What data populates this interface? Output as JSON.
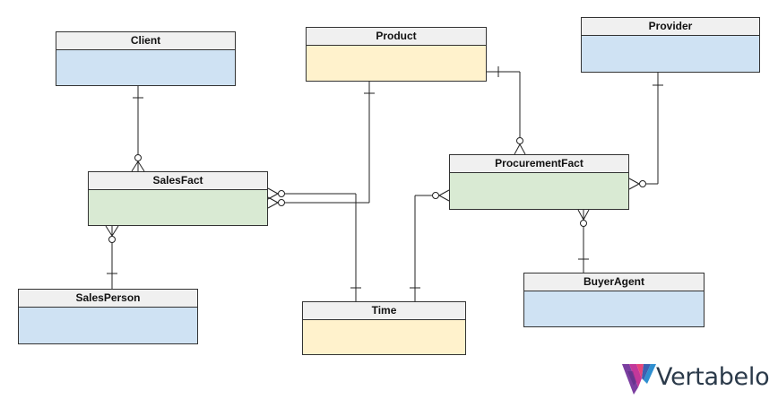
{
  "tables": {
    "client": "Client",
    "product": "Product",
    "provider": "Provider",
    "sales_fact": "SalesFact",
    "procurement_fact": "ProcurementFact",
    "sales_person": "SalesPerson",
    "time": "Time",
    "buyer_agent": "BuyerAgent"
  },
  "table_colors": {
    "dimension_blue": "#cfe2f3",
    "dimension_yellow": "#fff2cc",
    "fact_green": "#d9ead3",
    "header_gray": "#f0f0f0"
  },
  "relationships": [
    {
      "from": "Client",
      "to": "SalesFact",
      "from_end": "one",
      "to_end": "zero-or-many"
    },
    {
      "from": "SalesPerson",
      "to": "SalesFact",
      "from_end": "one",
      "to_end": "zero-or-many"
    },
    {
      "from": "Product",
      "to": "SalesFact",
      "from_end": "one",
      "to_end": "zero-or-many"
    },
    {
      "from": "Time",
      "to": "SalesFact",
      "from_end": "one",
      "to_end": "zero-or-many"
    },
    {
      "from": "Product",
      "to": "ProcurementFact",
      "from_end": "one",
      "to_end": "zero-or-many"
    },
    {
      "from": "Provider",
      "to": "ProcurementFact",
      "from_end": "one",
      "to_end": "zero-or-many"
    },
    {
      "from": "Time",
      "to": "ProcurementFact",
      "from_end": "one",
      "to_end": "zero-or-many"
    },
    {
      "from": "BuyerAgent",
      "to": "ProcurementFact",
      "from_end": "one",
      "to_end": "zero-or-many"
    }
  ],
  "logo": {
    "text": "Vertabelo",
    "icon": "vertabelo-logo-icon",
    "text_color": "#2b3a4a"
  }
}
